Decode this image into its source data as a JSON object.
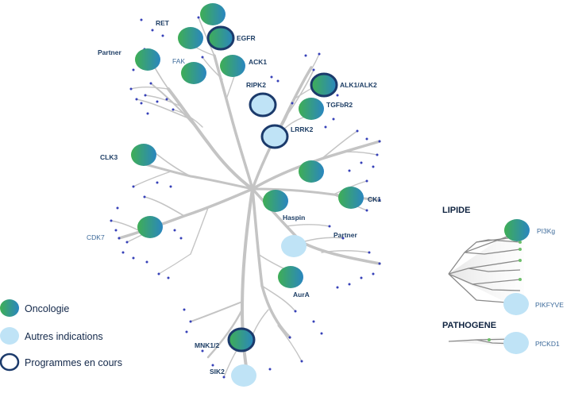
{
  "legend": {
    "oncology": "Oncologie",
    "other": "Autres indications",
    "programs": "Programmes en cours"
  },
  "colors": {
    "gradient_start": "#3aa95c",
    "gradient_end": "#2f8fb8",
    "light_blue": "#bfe3f6",
    "ring": "#1b3a6b",
    "branch": "#c9c9c9",
    "dot": "#3640b8"
  },
  "tree_labels": {
    "ret": "RET",
    "partner_top": "Partner",
    "fak": "FAK",
    "egfr": "EGFR",
    "ack1": "ACK1",
    "ripk2": "RIPK2",
    "alk": "ALK1/ALK2",
    "tgfbr2": "TGFbR2",
    "lrrk2": "LRRK2",
    "clk3": "CLK3",
    "ck1": "CK1",
    "haspin": "Haspin",
    "cdk7": "CDK7",
    "partner_bottom": "Partner",
    "aura": "AurA",
    "mnk": "MNK1/2",
    "sik2": "SIK2"
  },
  "lipide": {
    "title": "LIPIDE",
    "pi3kg": "PI3Kg",
    "pikfyve": "PIKFYVE"
  },
  "pathogene": {
    "title": "PATHOGENE",
    "pfckd1": "PfCKD1"
  }
}
